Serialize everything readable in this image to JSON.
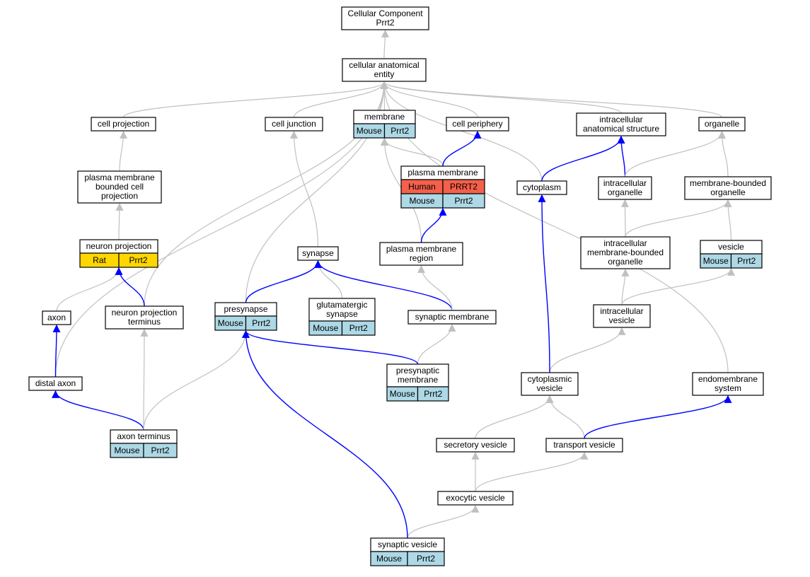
{
  "colors": {
    "mouse": "#add8e6",
    "human": "#f4604a",
    "rat": "#ffd700",
    "edge_plain": "#c0c0c0",
    "edge_annotated": "#0000ff",
    "node_border": "#000000"
  },
  "nodes": [
    {
      "id": "root",
      "lines": [
        "Cellular Component",
        "Prrt2"
      ],
      "rows": []
    },
    {
      "id": "cae",
      "lines": [
        "cellular anatomical",
        "entity"
      ],
      "rows": []
    },
    {
      "id": "cell-projection",
      "lines": [
        "cell projection"
      ],
      "rows": []
    },
    {
      "id": "cell-junction",
      "lines": [
        "cell junction"
      ],
      "rows": []
    },
    {
      "id": "membrane",
      "lines": [
        "membrane"
      ],
      "rows": [
        {
          "species": "Mouse",
          "gene": "Prrt2",
          "color": "mouse"
        }
      ]
    },
    {
      "id": "cell-periphery",
      "lines": [
        "cell periphery"
      ],
      "rows": []
    },
    {
      "id": "intracellular-anatomical-structure",
      "lines": [
        "intracellular",
        "anatomical structure"
      ],
      "rows": []
    },
    {
      "id": "organelle",
      "lines": [
        "organelle"
      ],
      "rows": []
    },
    {
      "id": "pm-bounded-cell-projection",
      "lines": [
        "plasma membrane",
        "bounded cell",
        "projection"
      ],
      "rows": []
    },
    {
      "id": "plasma-membrane",
      "lines": [
        "plasma membrane"
      ],
      "rows": [
        {
          "species": "Human",
          "gene": "PRRT2",
          "color": "human"
        },
        {
          "species": "Mouse",
          "gene": "Prrt2",
          "color": "mouse"
        }
      ]
    },
    {
      "id": "cytoplasm",
      "lines": [
        "cytoplasm"
      ],
      "rows": []
    },
    {
      "id": "intracellular-organelle",
      "lines": [
        "intracellular",
        "organelle"
      ],
      "rows": []
    },
    {
      "id": "membrane-bounded-organelle",
      "lines": [
        "membrane-bounded",
        "organelle"
      ],
      "rows": []
    },
    {
      "id": "neuron-projection",
      "lines": [
        "neuron projection"
      ],
      "rows": [
        {
          "species": "Rat",
          "gene": "Prrt2",
          "color": "rat"
        }
      ]
    },
    {
      "id": "synapse",
      "lines": [
        "synapse"
      ],
      "rows": []
    },
    {
      "id": "pm-region",
      "lines": [
        "plasma membrane",
        "region"
      ],
      "rows": []
    },
    {
      "id": "intracellular-mb-organelle",
      "lines": [
        "intracellular",
        "membrane-bounded",
        "organelle"
      ],
      "rows": []
    },
    {
      "id": "vesicle",
      "lines": [
        "vesicle"
      ],
      "rows": [
        {
          "species": "Mouse",
          "gene": "Prrt2",
          "color": "mouse"
        }
      ]
    },
    {
      "id": "axon",
      "lines": [
        "axon"
      ],
      "rows": []
    },
    {
      "id": "np-terminus",
      "lines": [
        "neuron projection",
        "terminus"
      ],
      "rows": []
    },
    {
      "id": "presynapse",
      "lines": [
        "presynapse"
      ],
      "rows": [
        {
          "species": "Mouse",
          "gene": "Prrt2",
          "color": "mouse"
        }
      ]
    },
    {
      "id": "glutamatergic-synapse",
      "lines": [
        "glutamatergic",
        "synapse"
      ],
      "rows": [
        {
          "species": "Mouse",
          "gene": "Prrt2",
          "color": "mouse"
        }
      ]
    },
    {
      "id": "synaptic-membrane",
      "lines": [
        "synaptic membrane"
      ],
      "rows": []
    },
    {
      "id": "intracellular-vesicle",
      "lines": [
        "intracellular",
        "vesicle"
      ],
      "rows": []
    },
    {
      "id": "presynaptic-membrane",
      "lines": [
        "presynaptic",
        "membrane"
      ],
      "rows": [
        {
          "species": "Mouse",
          "gene": "Prrt2",
          "color": "mouse"
        }
      ]
    },
    {
      "id": "distal-axon",
      "lines": [
        "distal axon"
      ],
      "rows": []
    },
    {
      "id": "cytoplasmic-vesicle",
      "lines": [
        "cytoplasmic",
        "vesicle"
      ],
      "rows": []
    },
    {
      "id": "endomembrane-system",
      "lines": [
        "endomembrane",
        "system"
      ],
      "rows": []
    },
    {
      "id": "axon-terminus",
      "lines": [
        "axon terminus"
      ],
      "rows": [
        {
          "species": "Mouse",
          "gene": "Prrt2",
          "color": "mouse"
        }
      ]
    },
    {
      "id": "secretory-vesicle",
      "lines": [
        "secretory vesicle"
      ],
      "rows": []
    },
    {
      "id": "transport-vesicle",
      "lines": [
        "transport vesicle"
      ],
      "rows": []
    },
    {
      "id": "exocytic-vesicle",
      "lines": [
        "exocytic vesicle"
      ],
      "rows": []
    },
    {
      "id": "synaptic-vesicle",
      "lines": [
        "synaptic vesicle"
      ],
      "rows": [
        {
          "species": "Mouse",
          "gene": "Prrt2",
          "color": "mouse"
        }
      ]
    }
  ],
  "edges": [
    {
      "from": "cae",
      "to": "root",
      "kind": "plain"
    },
    {
      "from": "cell-projection",
      "to": "cae",
      "kind": "plain"
    },
    {
      "from": "cell-junction",
      "to": "cae",
      "kind": "plain"
    },
    {
      "from": "membrane",
      "to": "cae",
      "kind": "plain"
    },
    {
      "from": "cell-periphery",
      "to": "cae",
      "kind": "plain"
    },
    {
      "from": "intracellular-anatomical-structure",
      "to": "cae",
      "kind": "plain"
    },
    {
      "from": "organelle",
      "to": "cae",
      "kind": "plain"
    },
    {
      "from": "cytoplasm",
      "to": "cae",
      "kind": "plain"
    },
    {
      "from": "distal-axon",
      "to": "cae",
      "kind": "plain"
    },
    {
      "from": "np-terminus",
      "to": "cae",
      "kind": "plain"
    },
    {
      "from": "presynapse",
      "to": "cae",
      "kind": "plain"
    },
    {
      "from": "endomembrane-system",
      "to": "cae",
      "kind": "plain"
    },
    {
      "from": "pm-bounded-cell-projection",
      "to": "cell-projection",
      "kind": "plain"
    },
    {
      "from": "neuron-projection",
      "to": "pm-bounded-cell-projection",
      "kind": "plain"
    },
    {
      "from": "plasma-membrane",
      "to": "membrane",
      "kind": "plain"
    },
    {
      "from": "plasma-membrane",
      "to": "cell-periphery",
      "kind": "annotated"
    },
    {
      "from": "pm-region",
      "to": "membrane",
      "kind": "plain"
    },
    {
      "from": "pm-region",
      "to": "plasma-membrane",
      "kind": "annotated"
    },
    {
      "from": "cytoplasm",
      "to": "intracellular-anatomical-structure",
      "kind": "annotated"
    },
    {
      "from": "intracellular-organelle",
      "to": "intracellular-anatomical-structure",
      "kind": "annotated"
    },
    {
      "from": "intracellular-organelle",
      "to": "organelle",
      "kind": "plain"
    },
    {
      "from": "membrane-bounded-organelle",
      "to": "organelle",
      "kind": "plain"
    },
    {
      "from": "intracellular-mb-organelle",
      "to": "intracellular-organelle",
      "kind": "plain"
    },
    {
      "from": "intracellular-mb-organelle",
      "to": "membrane-bounded-organelle",
      "kind": "plain"
    },
    {
      "from": "vesicle",
      "to": "membrane-bounded-organelle",
      "kind": "plain"
    },
    {
      "from": "synapse",
      "to": "cell-junction",
      "kind": "plain"
    },
    {
      "from": "axon",
      "to": "neuron-projection",
      "kind": "plain"
    },
    {
      "from": "np-terminus",
      "to": "neuron-projection",
      "kind": "annotated"
    },
    {
      "from": "presynapse",
      "to": "synapse",
      "kind": "annotated"
    },
    {
      "from": "glutamatergic-synapse",
      "to": "synapse",
      "kind": "plain"
    },
    {
      "from": "synaptic-membrane",
      "to": "synapse",
      "kind": "annotated"
    },
    {
      "from": "synaptic-membrane",
      "to": "pm-region",
      "kind": "plain"
    },
    {
      "from": "intracellular-vesicle",
      "to": "intracellular-mb-organelle",
      "kind": "plain"
    },
    {
      "from": "intracellular-vesicle",
      "to": "vesicle",
      "kind": "plain"
    },
    {
      "from": "presynaptic-membrane",
      "to": "synaptic-membrane",
      "kind": "plain"
    },
    {
      "from": "presynaptic-membrane",
      "to": "presynapse",
      "kind": "annotated"
    },
    {
      "from": "distal-axon",
      "to": "axon",
      "kind": "annotated"
    },
    {
      "from": "cytoplasmic-vesicle",
      "to": "intracellular-vesicle",
      "kind": "plain"
    },
    {
      "from": "cytoplasmic-vesicle",
      "to": "cytoplasm",
      "kind": "annotated"
    },
    {
      "from": "axon-terminus",
      "to": "distal-axon",
      "kind": "annotated"
    },
    {
      "from": "axon-terminus",
      "to": "np-terminus",
      "kind": "plain"
    },
    {
      "from": "axon-terminus",
      "to": "presynapse",
      "kind": "plain"
    },
    {
      "from": "secretory-vesicle",
      "to": "cytoplasmic-vesicle",
      "kind": "plain"
    },
    {
      "from": "transport-vesicle",
      "to": "cytoplasmic-vesicle",
      "kind": "plain"
    },
    {
      "from": "transport-vesicle",
      "to": "endomembrane-system",
      "kind": "annotated"
    },
    {
      "from": "exocytic-vesicle",
      "to": "secretory-vesicle",
      "kind": "plain"
    },
    {
      "from": "exocytic-vesicle",
      "to": "transport-vesicle",
      "kind": "plain"
    },
    {
      "from": "synaptic-vesicle",
      "to": "exocytic-vesicle",
      "kind": "plain"
    },
    {
      "from": "synaptic-vesicle",
      "to": "presynapse",
      "kind": "annotated"
    }
  ]
}
